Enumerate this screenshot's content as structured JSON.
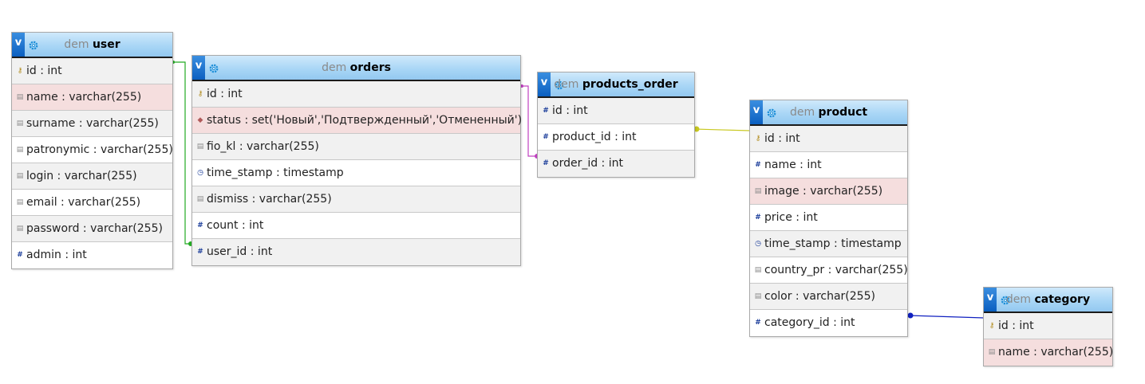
{
  "colors": {
    "link_user_orders": "#22aa22",
    "link_orders_products_order": "#c040c0",
    "link_products_order_product": "#c8c820",
    "link_product_category": "#1020c0",
    "header": "#a9d6f6"
  },
  "tables": [
    {
      "id": "user",
      "schema": "dem",
      "name": "user",
      "columns": [
        {
          "text": "id : int",
          "icon": "key-icon",
          "bg": "g"
        },
        {
          "text": "name : varchar(255)",
          "icon": "string-icon",
          "bg": "p"
        },
        {
          "text": "surname : varchar(255)",
          "icon": "string-icon",
          "bg": "g"
        },
        {
          "text": "patronymic : varchar(255)",
          "icon": "string-icon",
          "bg": "w"
        },
        {
          "text": "login : varchar(255)",
          "icon": "string-icon",
          "bg": "g"
        },
        {
          "text": "email : varchar(255)",
          "icon": "string-icon",
          "bg": "w"
        },
        {
          "text": "password : varchar(255)",
          "icon": "string-icon",
          "bg": "g"
        },
        {
          "text": "admin : int",
          "icon": "hash-icon",
          "bg": "w"
        }
      ]
    },
    {
      "id": "orders",
      "schema": "dem",
      "name": "orders",
      "columns": [
        {
          "text": "id : int",
          "icon": "key-icon",
          "bg": "g"
        },
        {
          "text": "status : set('Новый','Подтвержденный','Отмененный')",
          "icon": "enum-icon",
          "bg": "p"
        },
        {
          "text": "fio_kl : varchar(255)",
          "icon": "string-icon",
          "bg": "g"
        },
        {
          "text": "time_stamp : timestamp",
          "icon": "time-icon",
          "bg": "w"
        },
        {
          "text": "dismiss : varchar(255)",
          "icon": "string-icon",
          "bg": "g"
        },
        {
          "text": "count : int",
          "icon": "hash-icon",
          "bg": "w"
        },
        {
          "text": "user_id : int",
          "icon": "hash-icon",
          "bg": "g"
        }
      ]
    },
    {
      "id": "products_order",
      "schema": "dem",
      "name": "products_order",
      "columns": [
        {
          "text": "id : int",
          "icon": "hash-icon",
          "bg": "g"
        },
        {
          "text": "product_id : int",
          "icon": "hash-icon",
          "bg": "w"
        },
        {
          "text": "order_id : int",
          "icon": "hash-icon",
          "bg": "g"
        }
      ]
    },
    {
      "id": "product",
      "schema": "dem",
      "name": "product",
      "columns": [
        {
          "text": "id : int",
          "icon": "key-icon",
          "bg": "g"
        },
        {
          "text": "name : int",
          "icon": "hash-icon",
          "bg": "w"
        },
        {
          "text": "image : varchar(255)",
          "icon": "string-icon",
          "bg": "p"
        },
        {
          "text": "price : int",
          "icon": "hash-icon",
          "bg": "w"
        },
        {
          "text": "time_stamp : timestamp",
          "icon": "time-icon",
          "bg": "g"
        },
        {
          "text": "country_pr : varchar(255)",
          "icon": "string-icon",
          "bg": "w"
        },
        {
          "text": "color : varchar(255)",
          "icon": "string-icon",
          "bg": "g"
        },
        {
          "text": "category_id : int",
          "icon": "hash-icon",
          "bg": "w"
        }
      ]
    },
    {
      "id": "category",
      "schema": "dem",
      "name": "category",
      "columns": [
        {
          "text": "id : int",
          "icon": "key-icon",
          "bg": "g"
        },
        {
          "text": "name : varchar(255)",
          "icon": "string-icon",
          "bg": "p"
        }
      ]
    }
  ]
}
